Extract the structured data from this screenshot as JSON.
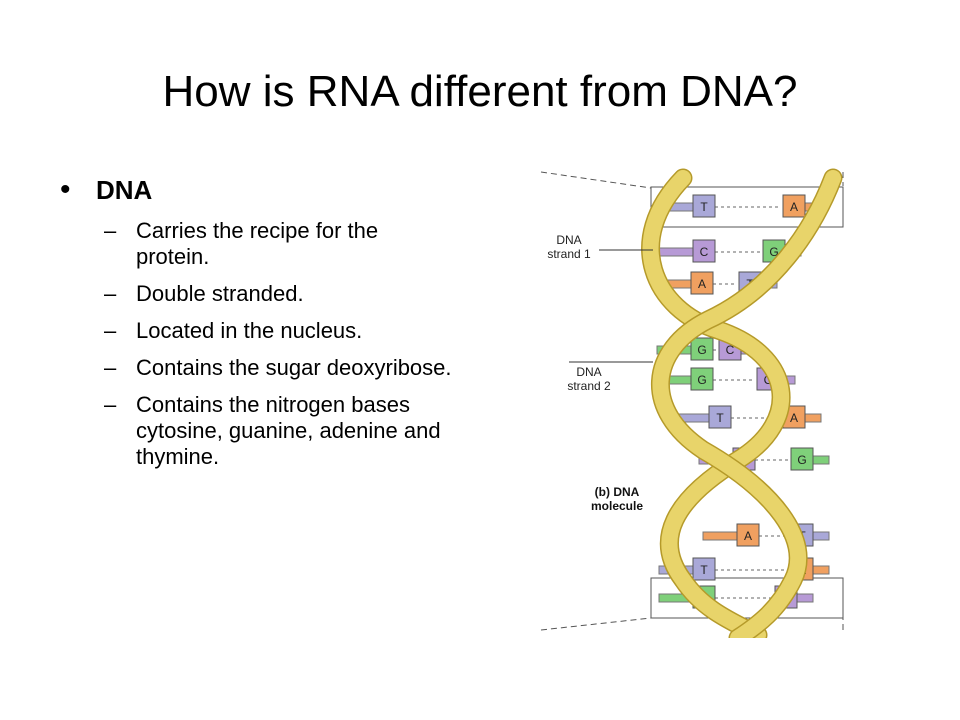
{
  "slide": {
    "title": "How is RNA different from DNA?"
  },
  "section": {
    "heading": "DNA",
    "bullet_symbol": "•",
    "dash_symbol": "–",
    "points": [
      "Carries the recipe for the protein.",
      "Double stranded.",
      "Located in the nucleus.",
      "Contains the sugar deoxyribose.",
      "Contains the nitrogen bases cytosine, guanine, adenine and thymine."
    ]
  },
  "figure": {
    "labels": {
      "strand1_line1": "DNA",
      "strand1_line2": "strand 1",
      "strand2_line1": "DNA",
      "strand2_line2": "strand 2",
      "molecule_line1": "(b) DNA",
      "molecule_line2": "molecule"
    },
    "base_pairs": [
      {
        "left": "T",
        "right": "A"
      },
      {
        "left": "C",
        "right": "G"
      },
      {
        "left": "A",
        "right": "T"
      },
      {
        "left": "G",
        "right": "C"
      },
      {
        "left": "G",
        "right": "C"
      },
      {
        "left": "T",
        "right": "A"
      },
      {
        "left": "C",
        "right": "G"
      },
      {
        "left": "A",
        "right": "T"
      },
      {
        "left": "T",
        "right": "A"
      },
      {
        "left": "G",
        "right": "C"
      }
    ],
    "colors": {
      "strand": "#e8d46a",
      "strand_outline": "#b59a2a",
      "T": "#a9a8d8",
      "A": "#f0a060",
      "C": "#b79ad6",
      "G": "#7fd07a"
    }
  }
}
